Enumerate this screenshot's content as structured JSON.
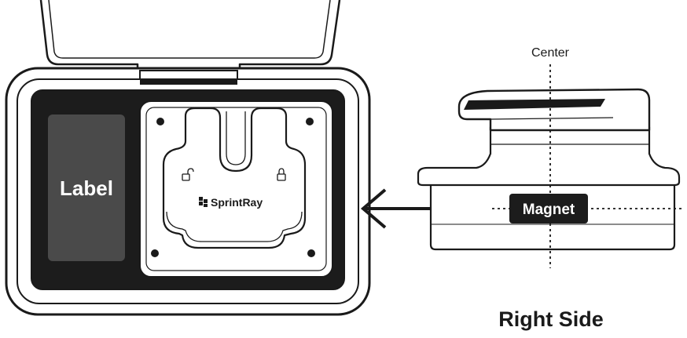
{
  "tray": {
    "label_text": "Label",
    "brand_text": "SprintRay"
  },
  "side_view": {
    "center_text": "Center",
    "magnet_text": "Magnet",
    "title": "Right Side"
  },
  "colors": {
    "ink": "#1a1a1a",
    "panel": "#1c1c1c",
    "label_gray": "#4a4a4a",
    "white": "#ffffff"
  }
}
